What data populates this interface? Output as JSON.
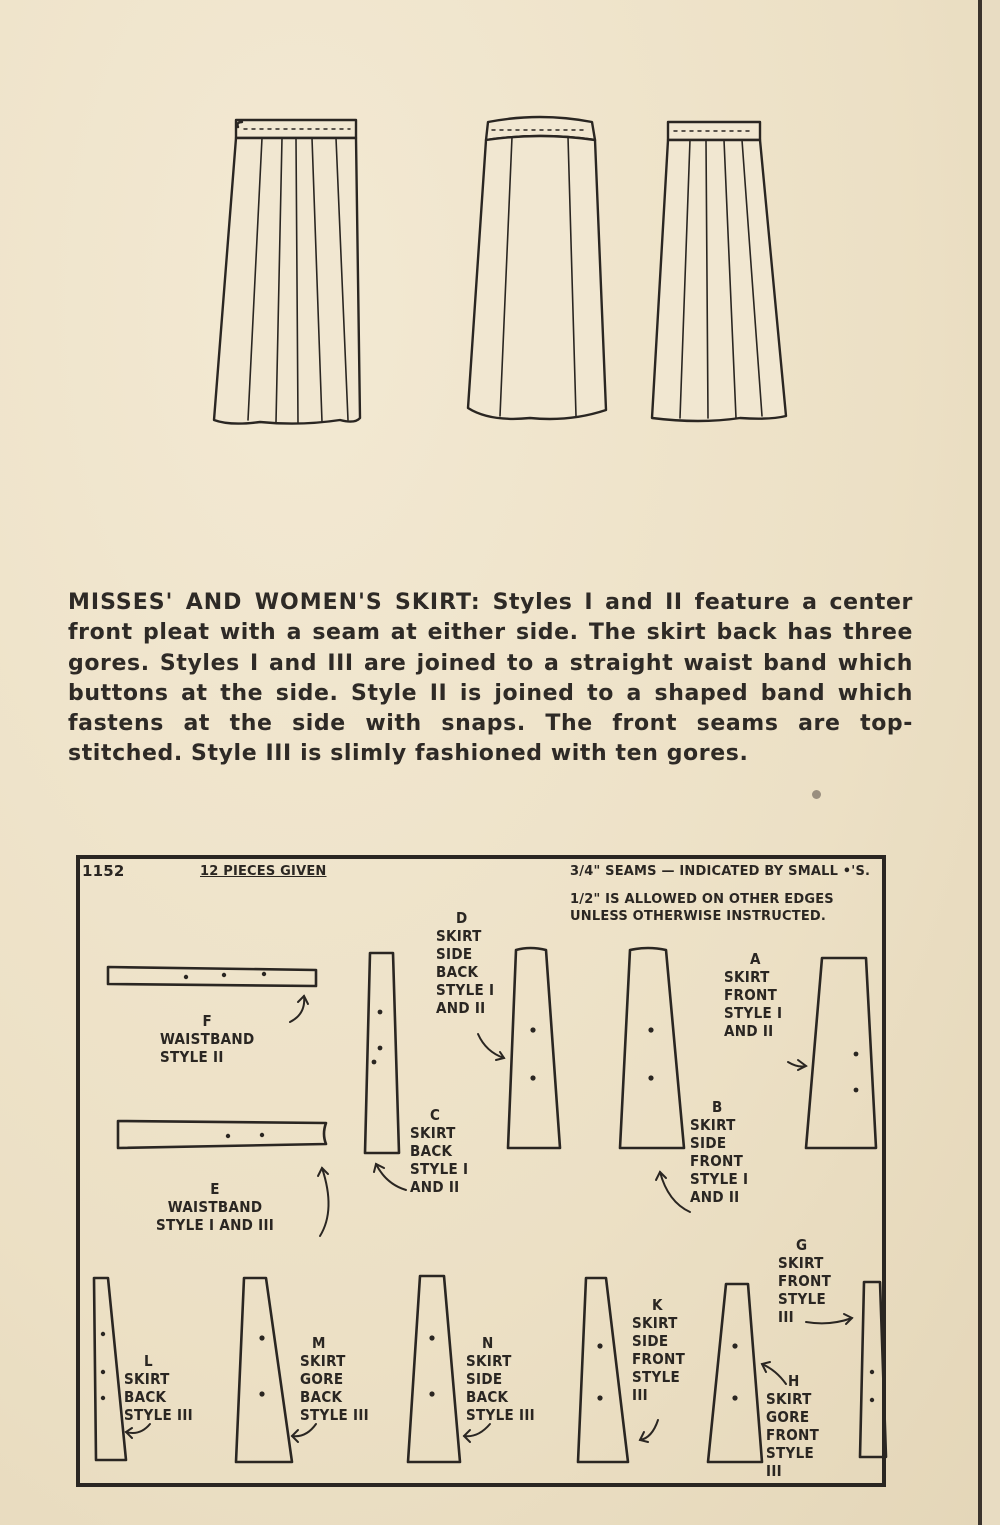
{
  "description": {
    "title": "MISSES' AND WOMEN'S SKIRT:",
    "text": "Styles I and II feature a center front pleat with a seam at either side. The skirt back has three gores. Styles I and III are joined to a straight waist band which buttons at the side. Style II is joined to a shaped band which fastens at the side with snaps. The front seams are top-stitched. Style III is slimly fashioned with ten gores."
  },
  "layout_chart": {
    "pattern_number": "1152",
    "pieces_given": "12 PIECES GIVEN",
    "seam_note_1": "3/4\" SEAMS — INDICATED BY SMALL •'S.",
    "seam_note_2": "1/2\" IS ALLOWED ON OTHER EDGES",
    "seam_note_3": "UNLESS OTHERWISE INSTRUCTED.",
    "pieces": {
      "F": {
        "letter": "F",
        "lines": [
          "WAISTBAND",
          "STYLE II"
        ]
      },
      "E": {
        "letter": "E",
        "lines": [
          "WAISTBAND",
          "STYLE I AND III"
        ]
      },
      "C": {
        "letter": "C",
        "lines": [
          "SKIRT",
          "BACK",
          "STYLE I",
          "AND II"
        ]
      },
      "D": {
        "letter": "D",
        "lines": [
          "SKIRT",
          "SIDE",
          "BACK",
          "STYLE I",
          "AND II"
        ]
      },
      "B": {
        "letter": "B",
        "lines": [
          "SKIRT",
          "SIDE",
          "FRONT",
          "STYLE I",
          "AND II"
        ]
      },
      "A": {
        "letter": "A",
        "lines": [
          "SKIRT",
          "FRONT",
          "STYLE I",
          "AND II"
        ]
      },
      "G": {
        "letter": "G",
        "lines": [
          "SKIRT",
          "FRONT",
          "STYLE",
          "III"
        ]
      },
      "L": {
        "letter": "L",
        "lines": [
          "SKIRT",
          "BACK",
          "STYLE III"
        ]
      },
      "M": {
        "letter": "M",
        "lines": [
          "SKIRT",
          "GORE",
          "BACK",
          "STYLE III"
        ]
      },
      "N": {
        "letter": "N",
        "lines": [
          "SKIRT",
          "SIDE",
          "BACK",
          "STYLE III"
        ]
      },
      "K": {
        "letter": "K",
        "lines": [
          "SKIRT",
          "SIDE",
          "FRONT",
          "STYLE",
          "III"
        ]
      },
      "H": {
        "letter": "H",
        "lines": [
          "SKIRT",
          "GORE",
          "FRONT",
          "STYLE",
          "III"
        ]
      }
    }
  }
}
